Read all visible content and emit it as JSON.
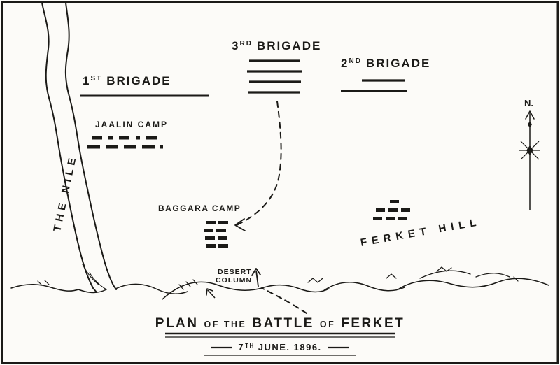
{
  "colors": {
    "ink": "#1b1a17",
    "paper": "#fcfbf8"
  },
  "compass": {
    "north_label": "N."
  },
  "river": {
    "label": "THE NILE"
  },
  "units": {
    "brigade_1": {
      "number": "1",
      "ordinal": "ST",
      "name": "BRIGADE"
    },
    "brigade_3": {
      "number": "3",
      "ordinal": "RD",
      "name": "BRIGADE"
    },
    "brigade_2": {
      "number": "2",
      "ordinal": "ND",
      "name": "BRIGADE"
    }
  },
  "camps": {
    "jaalin": "JAALIN CAMP",
    "baggara": "BAGGARA CAMP"
  },
  "terrain": {
    "ferket_hill": "FERKET HILL"
  },
  "routes": {
    "desert_column_line1": "DESERT",
    "desert_column_line2": "COLUMN"
  },
  "title": {
    "word1": "PLAN",
    "word2": "OF THE",
    "word3": "BATTLE",
    "word4": "OF",
    "word5": "FERKET",
    "date_number": "7",
    "date_ordinal": "TH",
    "date_rest": "JUNE. 1896."
  }
}
